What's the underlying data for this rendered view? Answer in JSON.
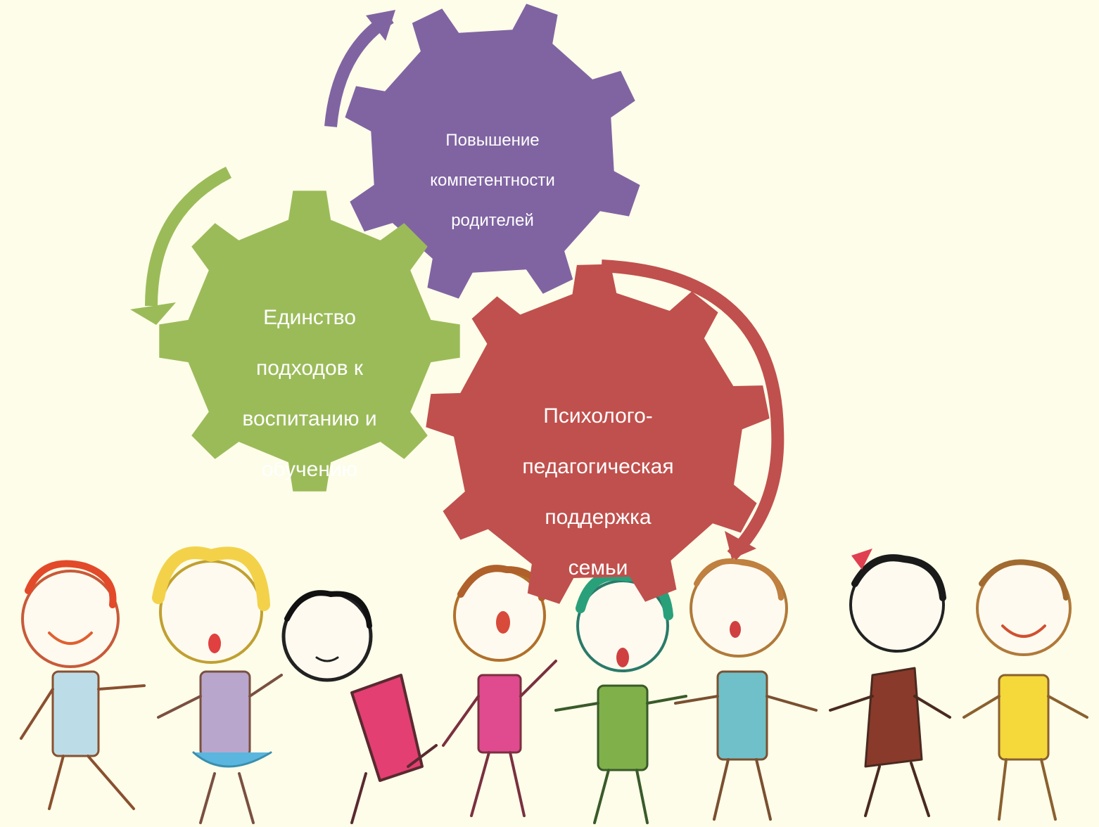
{
  "diagram": {
    "gears": [
      {
        "id": "competence",
        "color": "#8064a2",
        "lines": [
          "Повышение",
          "компетентности",
          "родителей"
        ]
      },
      {
        "id": "unity",
        "color": "#9bbb59",
        "lines": [
          "Единство",
          "подходов к",
          "воспитанию и",
          "обучению"
        ]
      },
      {
        "id": "support",
        "color": "#c0504d",
        "lines": [
          "Психолого-",
          "педагогическая",
          "поддержка",
          "семьи"
        ]
      }
    ],
    "arrows": [
      {
        "id": "purple-arrow",
        "color": "#8064a2"
      },
      {
        "id": "green-arrow",
        "color": "#9bbb59"
      },
      {
        "id": "red-arrow",
        "color": "#c0504d"
      }
    ],
    "background": "#fdfde9",
    "illustration": "children-holding-hands"
  }
}
